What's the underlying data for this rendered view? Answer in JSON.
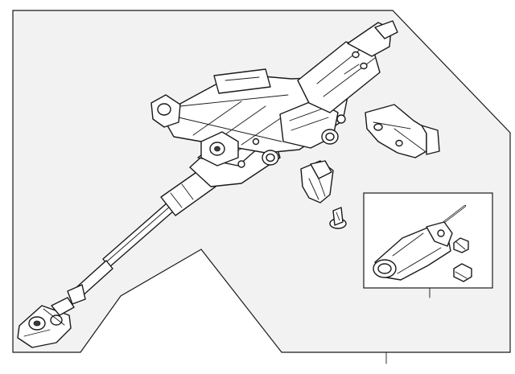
{
  "diagram": {
    "type": "exploded-parts-diagram",
    "background_color": "#f2f2f2",
    "line_color": "#1a1a1a",
    "parts": [
      {
        "id": "steering-column-assembly",
        "icon": "steering-column"
      },
      {
        "id": "column-cover-bracket",
        "icon": "bracket"
      },
      {
        "id": "mounting-clip",
        "icon": "clip"
      },
      {
        "id": "push-pin-fastener",
        "icon": "push-pin"
      },
      {
        "id": "motor-kit",
        "icon": "adjustment-motor",
        "contents": [
          "motor",
          "pin",
          "bolt",
          "bolt"
        ]
      }
    ]
  }
}
